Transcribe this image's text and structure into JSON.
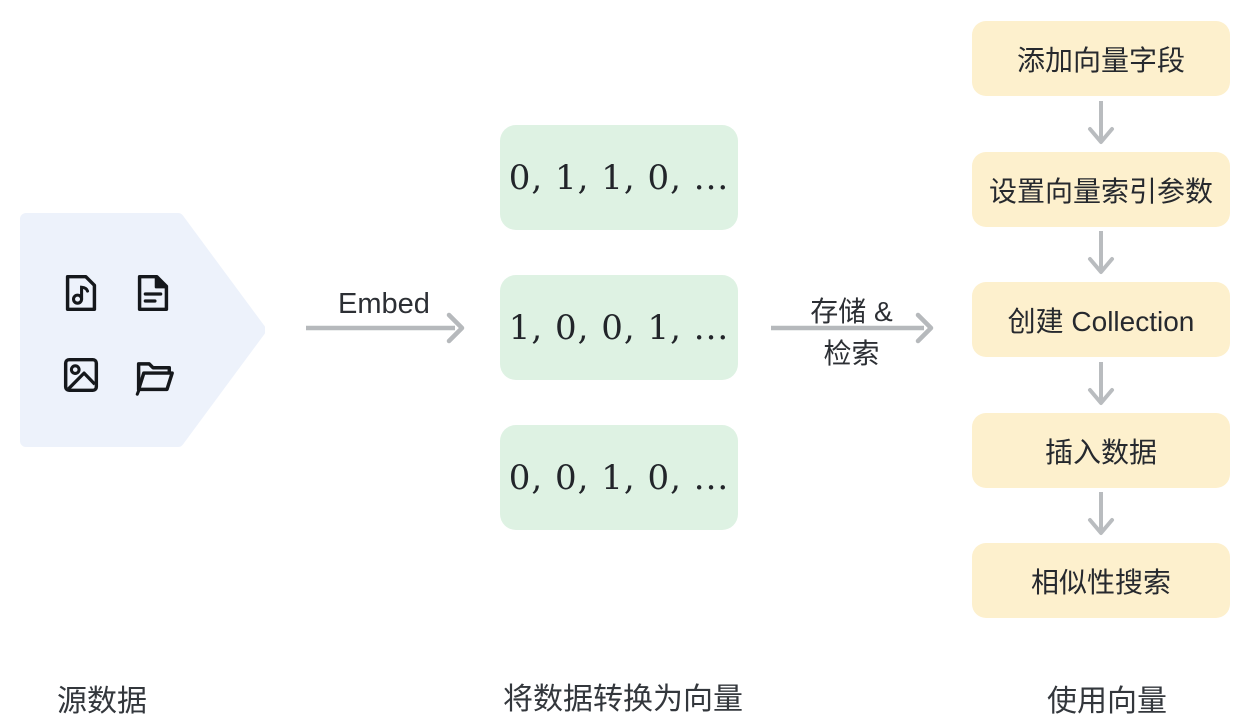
{
  "colors": {
    "source_shape_bg": "#edf2fb",
    "vector_box_bg": "#def2e3",
    "step_box_bg": "#fdf0cd",
    "arrow_gray": "#b6b9bc",
    "text_dark": "#2c2f34",
    "icon_black": "#15181c"
  },
  "source": {
    "label": "源数据",
    "icons": [
      {
        "name": "audio-file-icon"
      },
      {
        "name": "text-file-icon"
      },
      {
        "name": "image-icon"
      },
      {
        "name": "folder-open-icon"
      }
    ]
  },
  "embed_arrow": {
    "label": "Embed"
  },
  "vectors": {
    "label": "将数据转换为向量",
    "boxes": [
      {
        "value": "0, 1, 1, 0, ..."
      },
      {
        "value": "1, 0, 0, 1, ..."
      },
      {
        "value": "0, 0, 1, 0, ..."
      }
    ]
  },
  "store_arrow": {
    "label_line1": "存储 &",
    "label_line2": "检索"
  },
  "usage": {
    "label": "使用向量",
    "steps": [
      {
        "label": "添加向量字段"
      },
      {
        "label": "设置向量索引参数"
      },
      {
        "label": "创建 Collection"
      },
      {
        "label": "插入数据"
      },
      {
        "label": "相似性搜索"
      }
    ]
  }
}
